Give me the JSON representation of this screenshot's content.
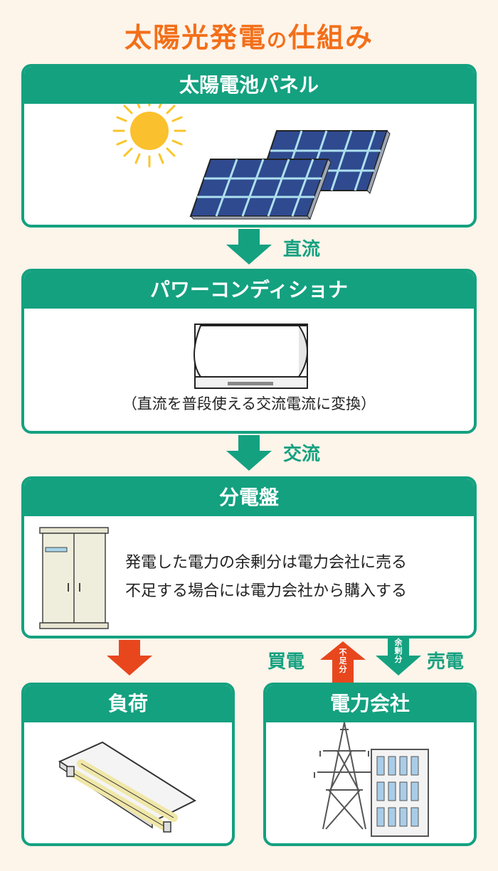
{
  "title": {
    "main": "太陽光発電",
    "particle": "の",
    "tail": "仕組み"
  },
  "boxes": {
    "panel": {
      "label": "太陽電池パネル"
    },
    "pcs": {
      "label": "パワーコンディショナ",
      "note": "（直流を普段使える交流電流に変換）"
    },
    "board": {
      "label": "分電盤",
      "desc_line1": "発電した電力の余剰分は電力会社に売る",
      "desc_line2": "不足する場合には電力会社から購入する"
    },
    "load": {
      "label": "負荷"
    },
    "utility": {
      "label": "電力会社"
    }
  },
  "flows": {
    "dc": "直流",
    "ac": "交流",
    "buy": "買電",
    "sell": "売電",
    "shortage": "不足分",
    "surplus": "余剰分"
  },
  "colors": {
    "accent": "#14a180",
    "title": "#f36f19",
    "red_arrow": "#e8471d",
    "background": "#fdf4ea"
  },
  "icons": [
    "sun-icon",
    "solar-panel-icon",
    "power-conditioner-icon",
    "distribution-board-icon",
    "fluorescent-light-icon",
    "transmission-tower-icon",
    "building-icon"
  ]
}
